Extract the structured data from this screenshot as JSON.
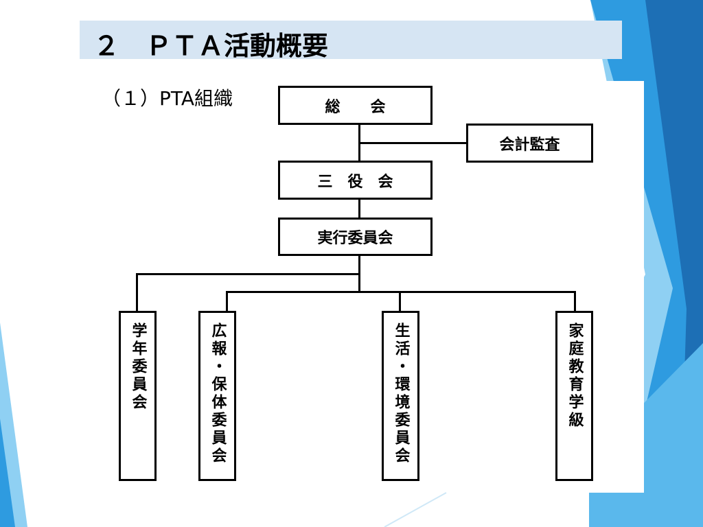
{
  "slide": {
    "title": "２　ＰＴＡ活動概要",
    "subtitle": "（１）PTA組織"
  },
  "org_chart": {
    "general_assembly": "総　　会",
    "audit": "会計監査",
    "officers": "三　役　会",
    "executive_committee": "実行委員会",
    "committees": [
      "学年委員会",
      "広報・保体委員会",
      "生活・環境委員会",
      "家庭教育学級"
    ]
  },
  "colors": {
    "title_bar": "#d6e5f3",
    "accent_blue": "#2e9be0",
    "accent_dark_blue": "#1d6fb5",
    "light_blue": "#8fd0f3"
  }
}
